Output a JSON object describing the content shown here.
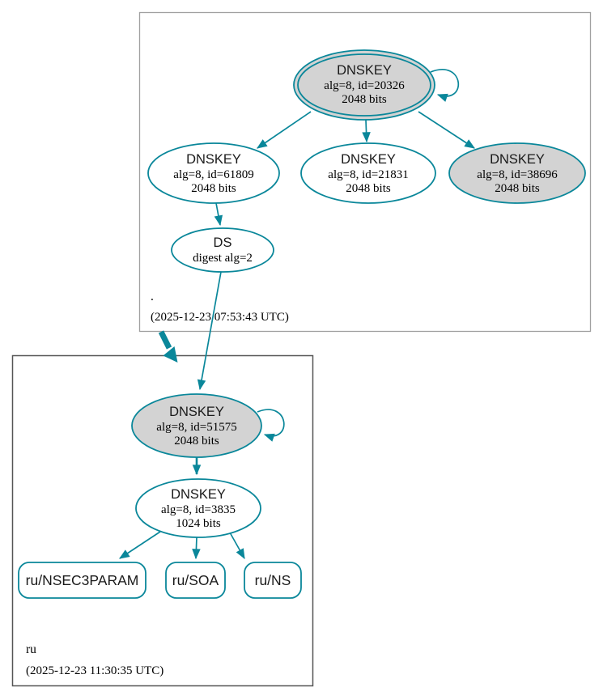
{
  "colors": {
    "edge_secure": "#0a879a",
    "sep_key_fill": "#d3d3d3",
    "key_fill": "#ffffff",
    "parent_zone_border": "#a0a0a0",
    "child_zone_border": "#555555"
  },
  "parent_zone": {
    "label": ".",
    "timestamp": "(2025-12-23 07:53:43 UTC)",
    "nodes": {
      "ksk": {
        "title": "DNSKEY",
        "detail1": "alg=8, id=20326",
        "detail2": "2048 bits"
      },
      "zsk1": {
        "title": "DNSKEY",
        "detail1": "alg=8, id=61809",
        "detail2": "2048 bits"
      },
      "zsk2": {
        "title": "DNSKEY",
        "detail1": "alg=8, id=21831",
        "detail2": "2048 bits"
      },
      "key3": {
        "title": "DNSKEY",
        "detail1": "alg=8, id=38696",
        "detail2": "2048 bits"
      },
      "ds": {
        "title": "DS",
        "detail1": "digest alg=2"
      }
    }
  },
  "child_zone": {
    "label": "ru",
    "timestamp": "(2025-12-23 11:30:35 UTC)",
    "nodes": {
      "ksk": {
        "title": "DNSKEY",
        "detail1": "alg=8, id=51575",
        "detail2": "2048 bits"
      },
      "zsk": {
        "title": "DNSKEY",
        "detail1": "alg=8, id=3835",
        "detail2": "1024 bits"
      },
      "rrset_nsec3param": {
        "label": "ru/NSEC3PARAM"
      },
      "rrset_soa": {
        "label": "ru/SOA"
      },
      "rrset_ns": {
        "label": "ru/NS"
      }
    }
  }
}
